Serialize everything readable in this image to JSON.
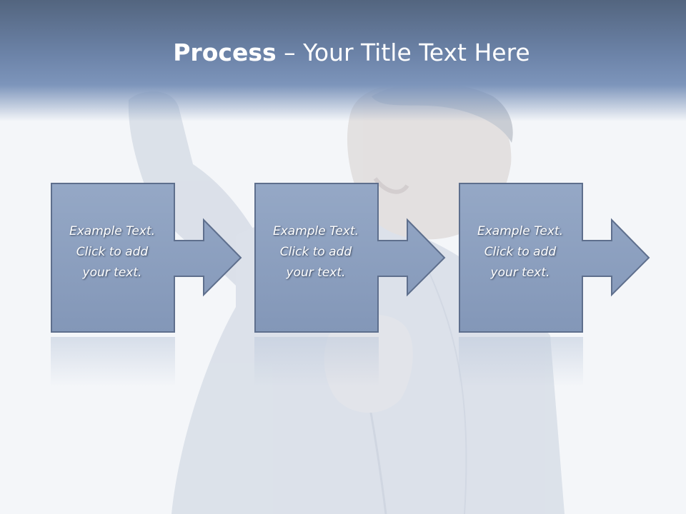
{
  "title": {
    "bold": "Process",
    "rest": " – Your Title Text Here"
  },
  "steps": [
    {
      "line1": "Example Text.",
      "line2": "Click  to add",
      "line3": "your text."
    },
    {
      "line1": "Example Text.",
      "line2": "Click  to add",
      "line3": "your text."
    },
    {
      "line1": "Example Text.",
      "line2": "Click  to add",
      "line3": "your text."
    }
  ],
  "colors": {
    "header_top": "#53657f",
    "header_bottom": "#7d95bb",
    "shape_fill": "#8b9fbf",
    "shape_stroke": "#5e6f8d",
    "background": "#f4f6f9"
  },
  "background_image": "faded-photo-excited-man-raising-arm"
}
